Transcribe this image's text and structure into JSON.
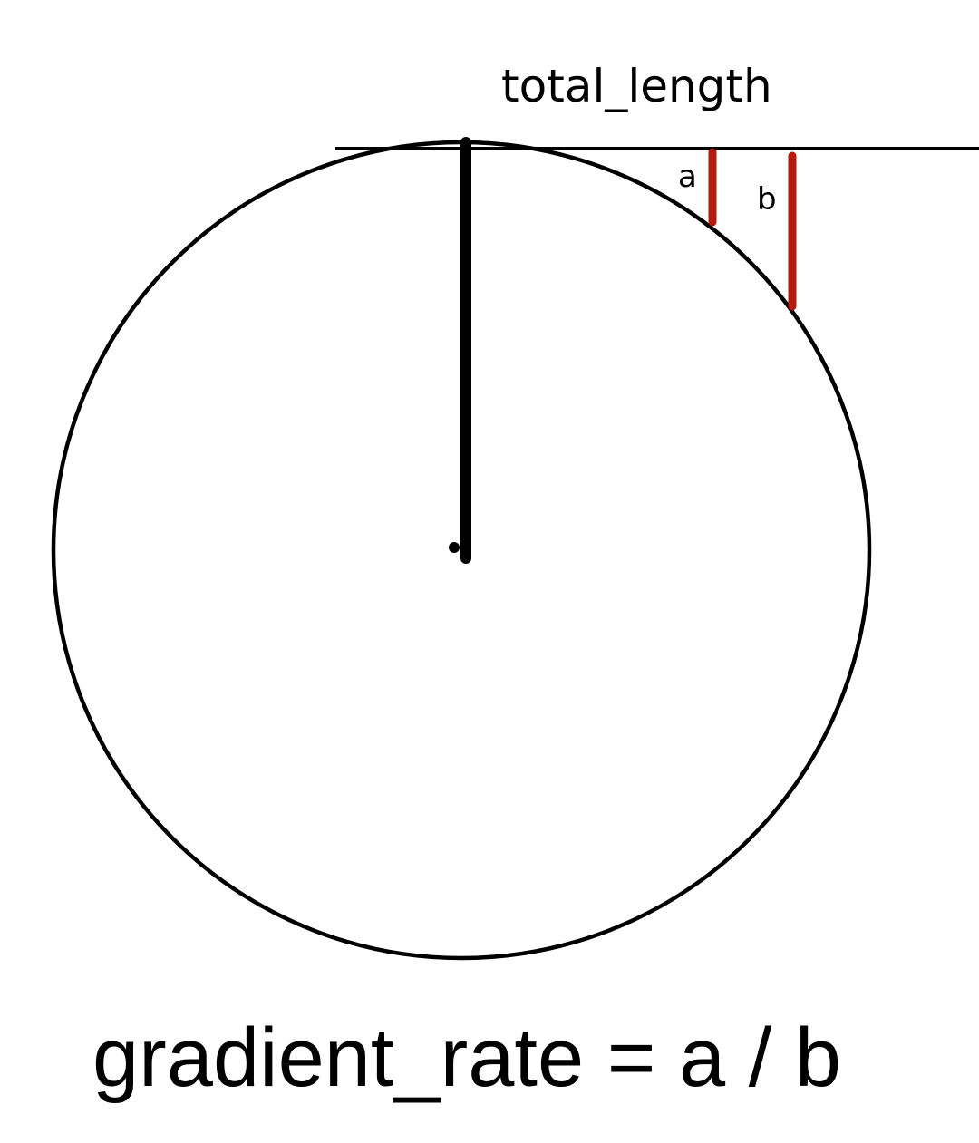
{
  "labels": {
    "top": "total_length",
    "a": "a",
    "b": "b",
    "formula": "gradient_rate = a / b"
  },
  "colors": {
    "stroke": "#000000",
    "accent": "#b31b0f",
    "background": "#ffffff"
  }
}
